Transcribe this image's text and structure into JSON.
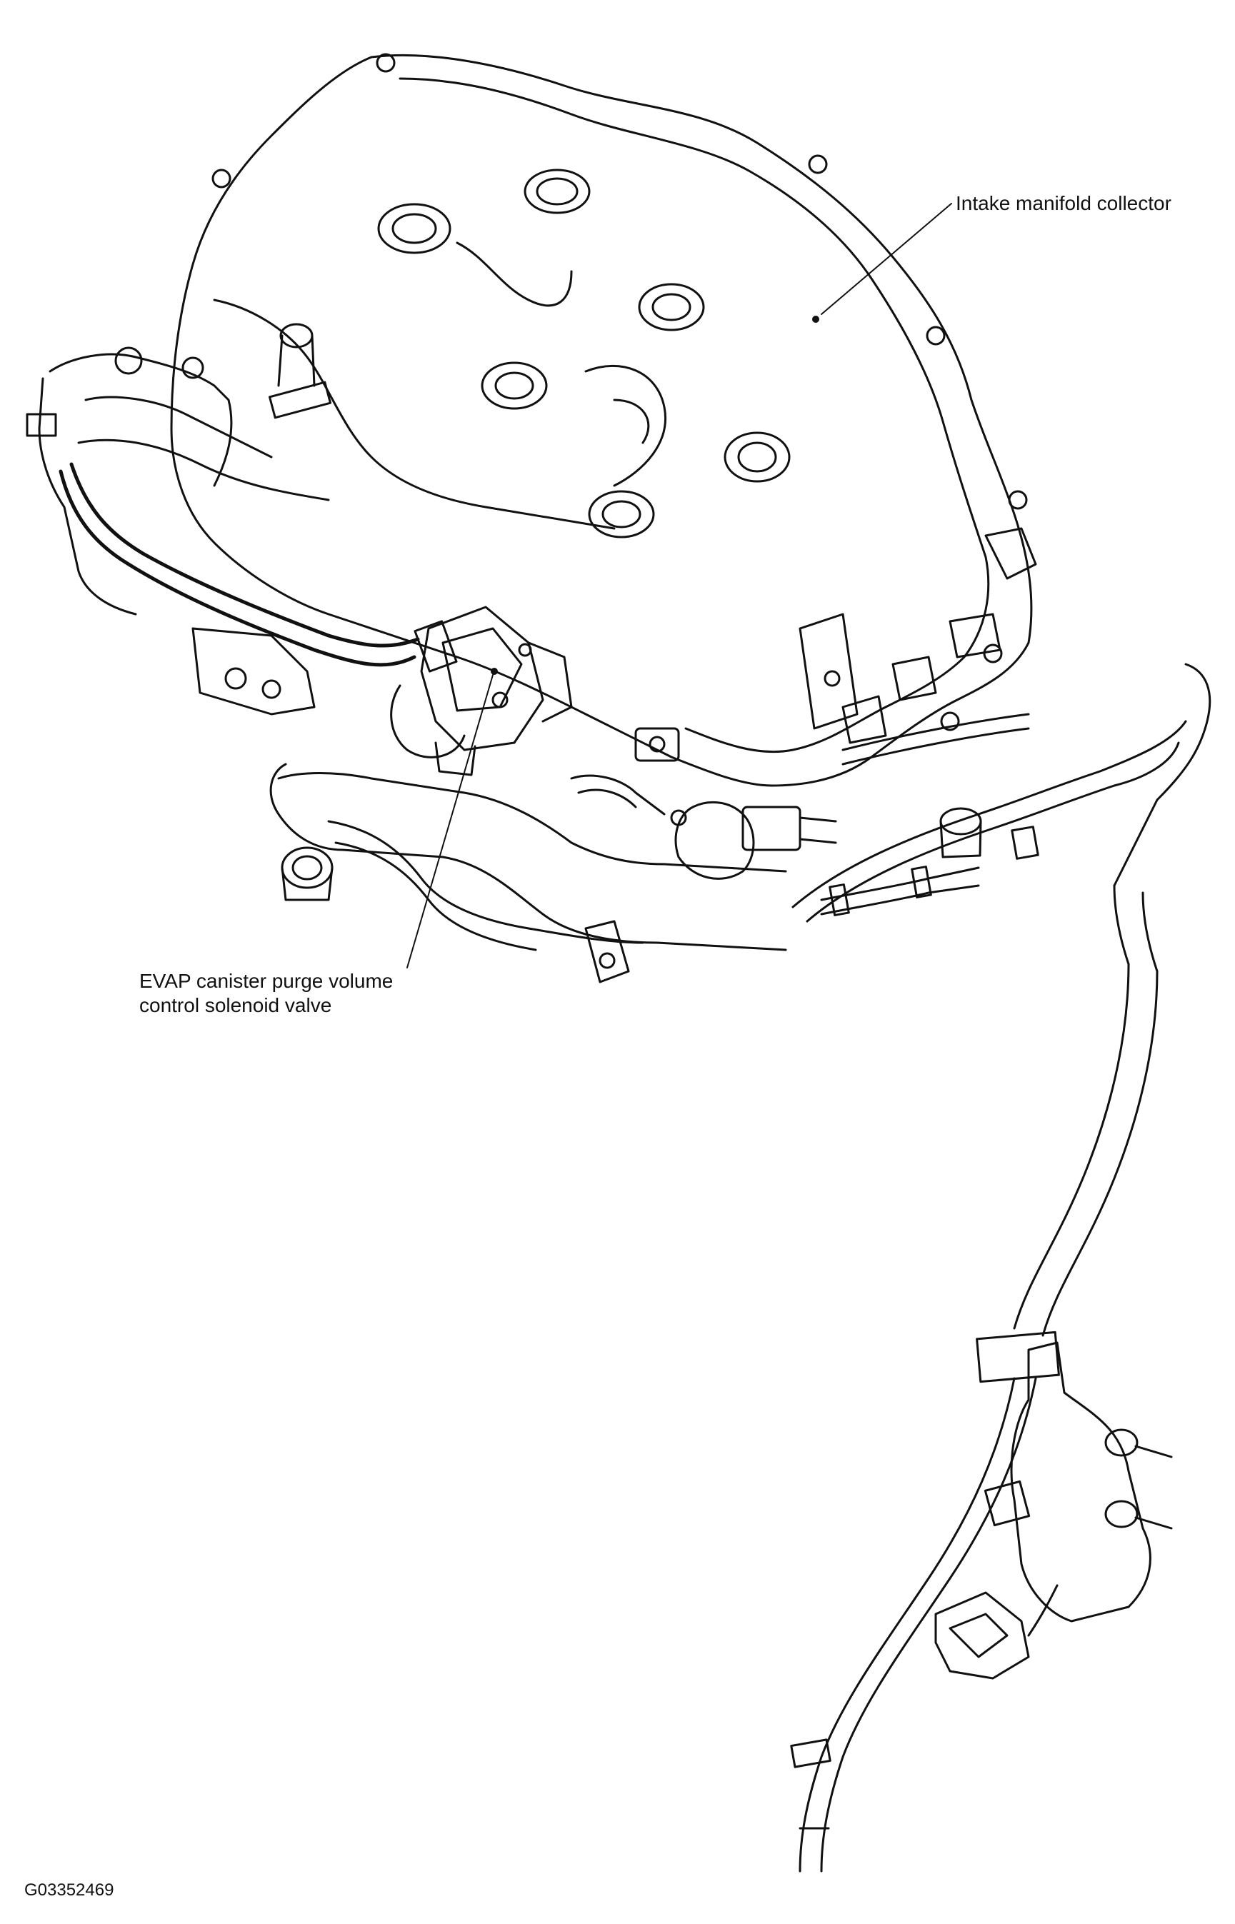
{
  "labels": {
    "intake_manifold": "Intake manifold collector",
    "evap_line1": "EVAP canister purge volume",
    "evap_line2": "control solenoid valve",
    "figure_code": "G03352469"
  },
  "colors": {
    "line": "#111111",
    "background": "#ffffff"
  }
}
